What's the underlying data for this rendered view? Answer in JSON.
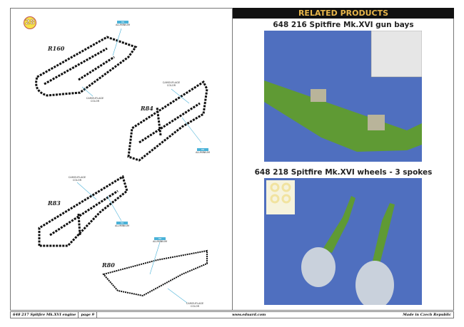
{
  "step": "28",
  "parts": {
    "r160": "R160",
    "r84": "R84",
    "r83": "R83",
    "r80": "R80"
  },
  "callouts": {
    "swatch": "H8",
    "aluminium": "ALUMINIUM",
    "camouflage": "CAMOUFLAGE COLOR"
  },
  "related": {
    "header": "RELATED PRODUCTS",
    "products": [
      {
        "title": "648 216  Spitfire Mk.XVI gun bays"
      },
      {
        "title": "648 218  Spitfire Mk.XVI wheels - 3 spokes"
      }
    ]
  },
  "footer": {
    "product": "648 217  Spitfire Mk.XVI engine",
    "page": "page 9",
    "website": "www.eduard.com",
    "made_in": "Made in Czech Republic"
  },
  "colors": {
    "header_bg": "#111111",
    "header_text": "#e8b64a",
    "photo_bg": "#4f6fbf",
    "part_green": "#5f9a34",
    "callout_blue": "#4ab2d8"
  }
}
